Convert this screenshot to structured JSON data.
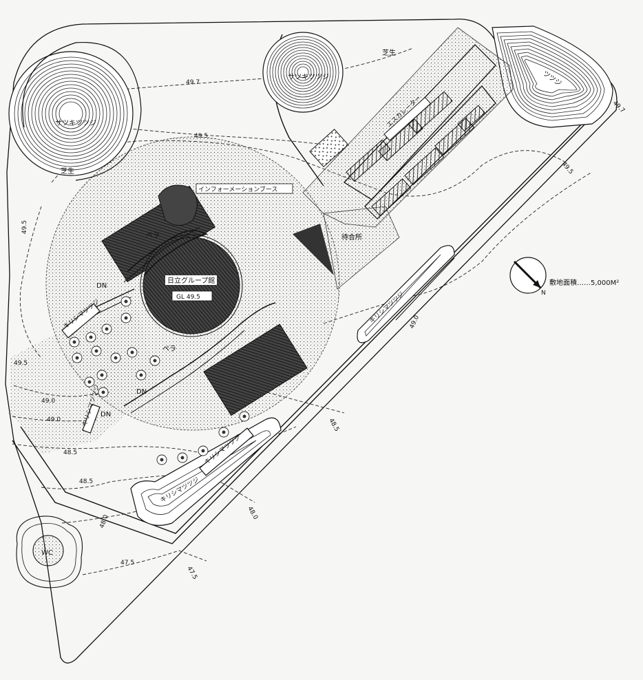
{
  "labels": {
    "satsuki_left": "サツキツツジ",
    "satsuki_top": "サツキツツジ",
    "tsutsuji_top_right": "ツツジ",
    "shiba_left": "芝生",
    "shiba_top": "芝生",
    "info_booth": "インフォーメーションブース",
    "waiting_area": "待合所",
    "escalator": "エスカレーター",
    "pavilion_name": "日立グループ館",
    "pavilion_gl": "GL 49.5",
    "slope_upper": "ペラ",
    "slope_lower": "ペラ",
    "dn_1": "DN",
    "dn_2": "DN",
    "dn_3": "DN",
    "kirishima_1": "キリシマツツジ",
    "kirishima_2": "キリシマツツジ",
    "kirishima_3": "キリシマツツジ",
    "kirishima_4": "キリシマツツジ",
    "kirishima_5": "キリシマツツジ",
    "wc": "WC",
    "site_area": "敷地面積……5,000M²",
    "north": "N"
  },
  "contours": {
    "c1": "49.7",
    "c2": "49.7",
    "c3": "49.5",
    "c4": "49.5",
    "c5": "49.5",
    "c6": "49.5",
    "c7": "49.0",
    "c8": "49.0",
    "c9": "49.0",
    "c10": "48.5",
    "c11": "48.5",
    "c12": "48.5",
    "c13": "48.0",
    "c14": "48.0",
    "c15": "47.5",
    "c16": "47.5"
  }
}
